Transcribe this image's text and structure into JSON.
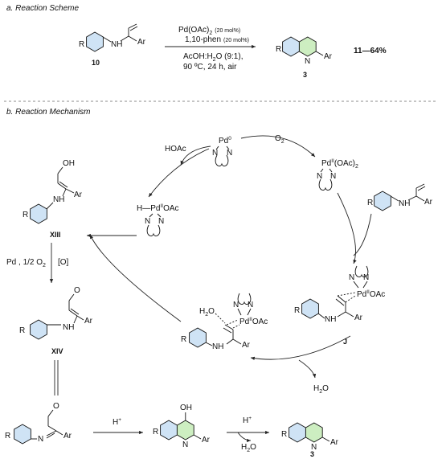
{
  "colors": {
    "ring_fill_blue": "#cfe3f5",
    "ring_fill_green": "#cdeec1",
    "ink": "#111111"
  },
  "section_a": {
    "title": "a. Reaction Scheme",
    "reagent_catalyst": "Pd(OAc)",
    "reagent_catalyst_sub": "2",
    "reagent_catalyst_amount": "(20 mol%)",
    "reagent_ligand": "1,10-phen",
    "reagent_ligand_amount": "(20 mol%)",
    "solvent": "AcOH:H",
    "solvent_sub": "2",
    "solvent_rest": "O (9:1),",
    "conditions": "90 ºC, 24 h, air",
    "yield": "11—64%",
    "substrate_label": "10",
    "product_label": "3"
  },
  "section_b": {
    "title": "b. Reaction Mechanism",
    "pd0": "Pd",
    "pd0_sup": "0",
    "pd_oac2": "Pd",
    "pd_oac2_sup": "II",
    "pd_oac2_rest": "(OAc)",
    "pd_oac2_sub": "2",
    "o2": "O",
    "o2_sub": "2",
    "hoac": "HOAc",
    "hpd": "H—Pd",
    "hpd_sup": "II",
    "hpd_rest": "OAc",
    "pd_j": "Pd",
    "pd_j_sup": "II",
    "pd_j_rest": "OAc",
    "pd_k": "Pd",
    "pd_k_sup": "II",
    "pd_k_rest": "OAc",
    "h2o_k": "H",
    "h2o_k_sub": "2",
    "h2o_k_rest": "O",
    "h2o_out": "H",
    "h2o_out_sub": "2",
    "h2o_out_rest": "O",
    "label_j": "J",
    "label_xiii": "XIII",
    "label_xiv": "XIV",
    "label_3": "3",
    "oxidation_reagent": "Pd , 1/2 O",
    "oxidation_reagent_sub": "2",
    "oxidation_o": "[O]",
    "h_plus_1": "H",
    "h_plus_2": "H",
    "plus": "+",
    "h2o_bottom": "H",
    "h2o_bottom_sub": "2",
    "h2o_bottom_rest": "O",
    "atom_R": "R",
    "atom_N": "N",
    "atom_NH": "NH",
    "atom_H": "H",
    "atom_Ar": "Ar",
    "atom_OH": "OH",
    "atom_O": "O"
  }
}
